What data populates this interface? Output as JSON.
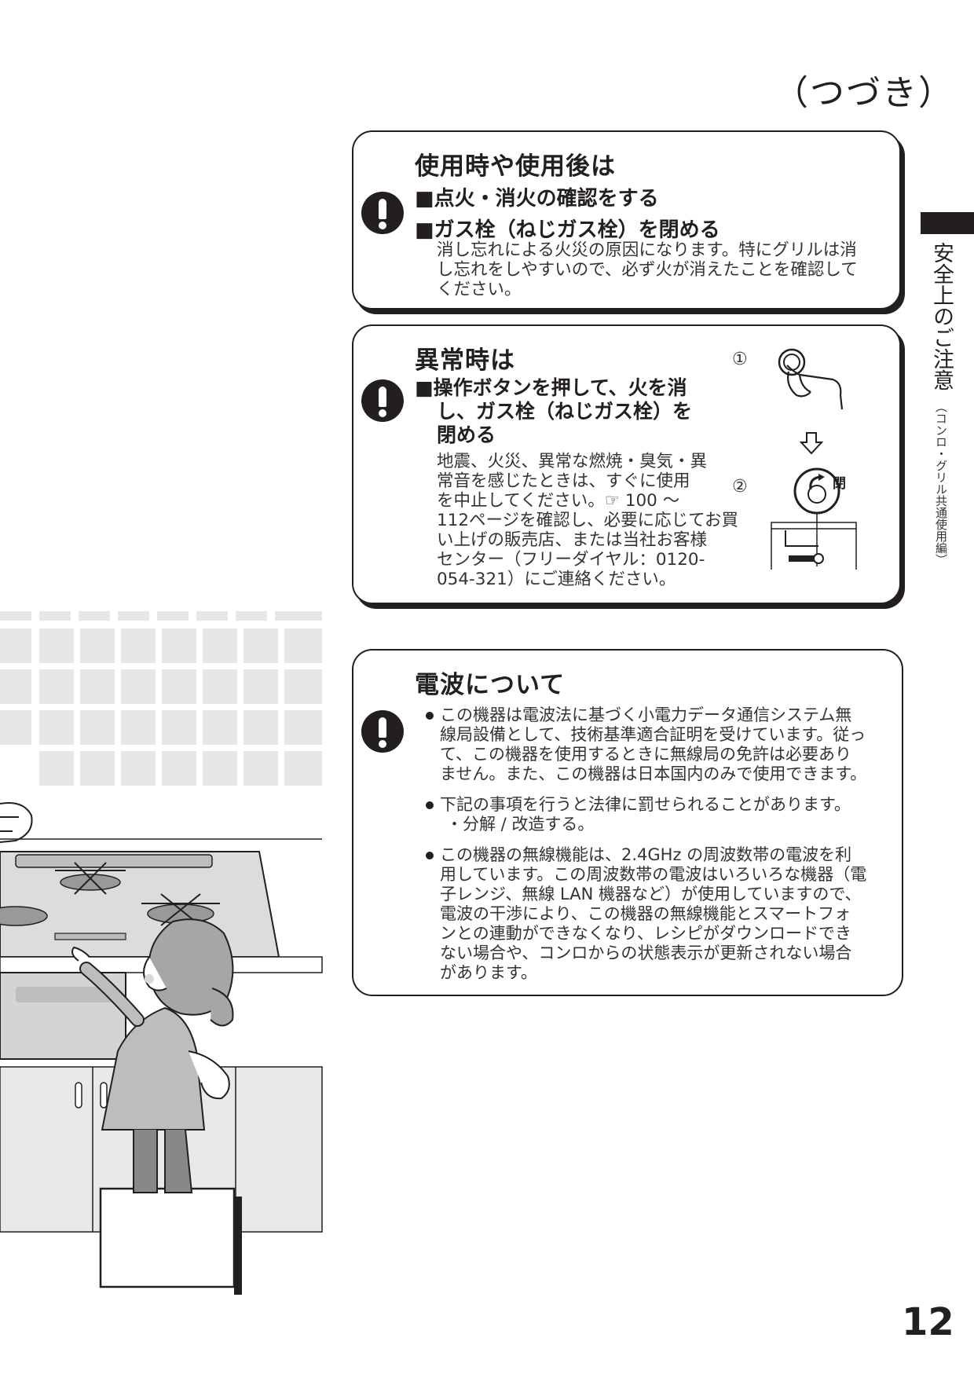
{
  "header": {
    "continued": "（つづき）"
  },
  "side_tab": {
    "title": "安全上のご注意",
    "subtitle": "（コンロ・グリル共通使用編）"
  },
  "card_after_use": {
    "title": "使用時や使用後は",
    "bullets": [
      "■点火・消火の確認をする",
      "■ガス栓（ねじガス栓）を閉める"
    ],
    "body_lines": [
      "消し忘れによる火災の原因になります。特にグリルは消",
      "し忘れをしやすいので、必ず火が消えたことを確認して",
      "ください。"
    ]
  },
  "card_emergency": {
    "title": "異常時は",
    "bullet_lines": [
      "■操作ボタンを押して、火を消",
      "し、ガス栓（ねじガス栓）を",
      "閉める"
    ],
    "body_lines": [
      "地震、火災、異常な燃焼・臭気・異",
      "常音を感じたときは、すぐに使用",
      "を中止してください。☞ 100 ～",
      "112ページを確認し、必要に応じてお買",
      "い上げの販売店、または当社お客様",
      "センター（フリーダイヤル：0120-",
      "054-321）にご連絡ください。"
    ],
    "step1": "①",
    "step2": "②",
    "valve_label": "閉"
  },
  "card_radio": {
    "title": "電波について",
    "items": [
      {
        "lines": [
          "この機器は電波法に基づく小電力データ通信システム無",
          "線局設備として、技術基準適合証明を受けています。従っ",
          "て、この機器を使用するときに無線局の免許は必要あり",
          "ません。また、この機器は日本国内のみで使用できます。"
        ]
      },
      {
        "lines": [
          "下記の事項を行うと法律に罰せられることがあります。",
          "・分解 / 改造する。"
        ]
      },
      {
        "lines": [
          "この機器の無線機能は、2.4GHz の周波数帯の電波を利",
          "用しています。この周波数帯の電波はいろいろな機器（電",
          "子レンジ、無線 LAN 機器など）が使用していますので、",
          "電波の干渉により、この機器の無線機能とスマートフォ",
          "ンとの連動ができなくなり、レシピがダウンロードでき",
          "ない場合や、コンロからの状態表示が更新されない場合",
          "があります。"
        ]
      }
    ]
  },
  "page_number": "12"
}
